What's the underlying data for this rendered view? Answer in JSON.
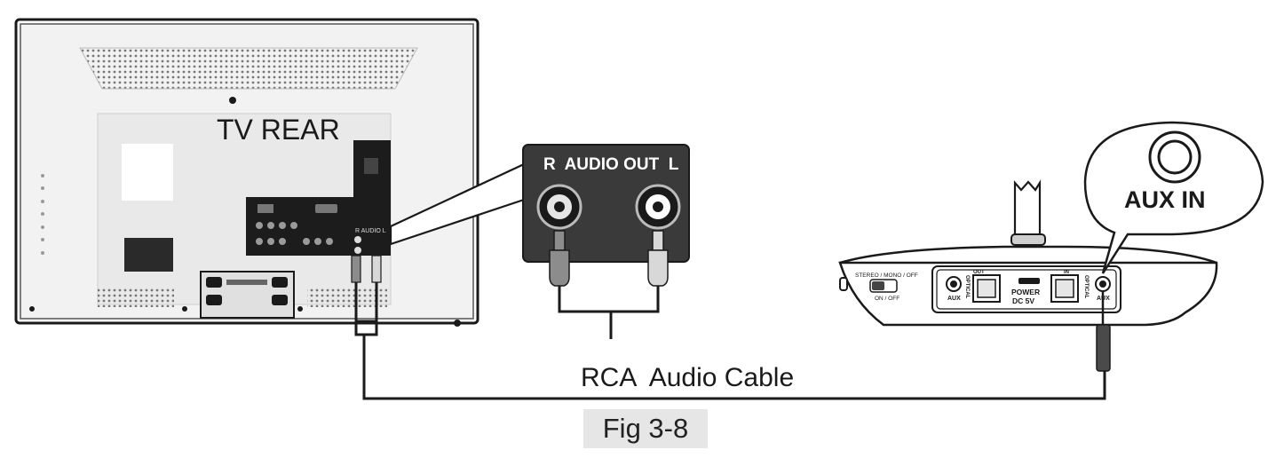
{
  "tv": {
    "title": "TV REAR",
    "jack_label": "R  AUDIO  L"
  },
  "callout": {
    "title": "R  AUDIO OUT  L"
  },
  "cable": {
    "label": "RCA  Audio Cable"
  },
  "receiver": {
    "aux_in": "AUX IN",
    "switch_label": "STEREO / MONO / OFF",
    "switch_sub": "ON / OFF",
    "aux_left": "AUX",
    "optical_left": "OPTICAL",
    "out_label": "OUT",
    "power_line1": "POWER",
    "power_line2": "DC 5V",
    "in_label": "IN",
    "optical_right": "OPTICAL",
    "aux_right": "AUX"
  },
  "figure": {
    "label": "Fig 3-8"
  },
  "colors": {
    "line": "#1a1a1a",
    "panel": "#f2f2f2",
    "callout_bg": "#3a3a3a",
    "plug_red": "#8c8c8c",
    "plug_white": "#d8d8d8"
  }
}
